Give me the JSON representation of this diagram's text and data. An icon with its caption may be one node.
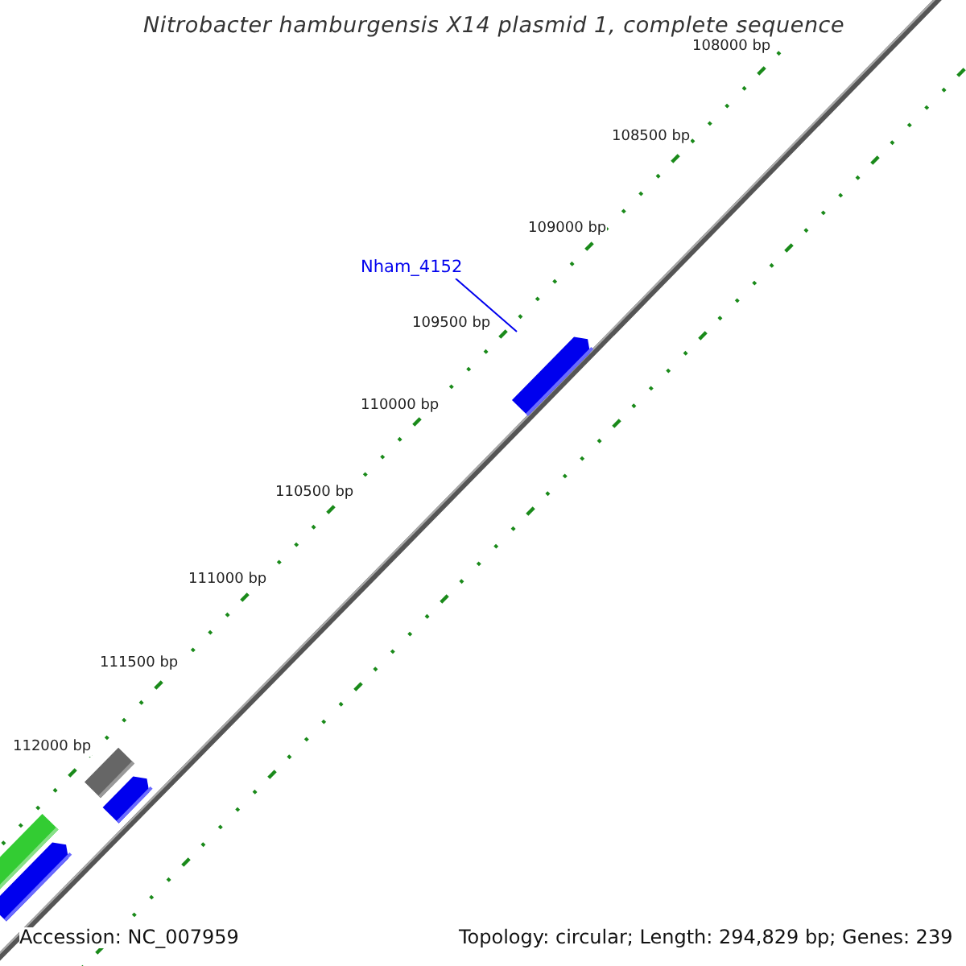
{
  "diagram": {
    "title": "Nitrobacter hamburgensis X14 plasmid 1, complete sequence",
    "nodes": [
      {
        "text": [
          "Nham_4152"
        ]
      },
      {
        "text": [],
        "shape": "arrow"
      },
      {
        "text": [],
        "shape": "bar"
      },
      {
        "text": [],
        "shape": "arrow"
      },
      {
        "text": [],
        "shape": "bar"
      },
      {
        "text": [],
        "shape": "arrow"
      }
    ],
    "edges": [
      {
        "from": 0,
        "to": 1,
        "arrow": "none"
      }
    ],
    "labels": [
      "108000 bp",
      "108500 bp",
      "109000 bp",
      "109500 bp",
      "110000 bp",
      "110500 bp",
      "111000 bp",
      "111500 bp",
      "112000 bp",
      "Accession: NC_007959",
      "Topology: circular; Length: 294,829 bp; Genes: 239"
    ]
  }
}
